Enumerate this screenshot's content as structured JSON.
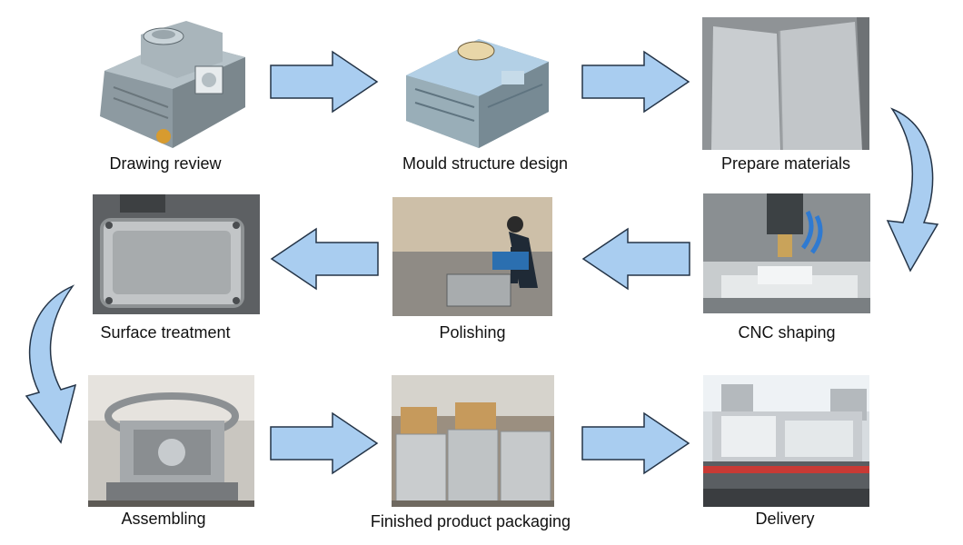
{
  "colors": {
    "arrow_fill": "#a9cdf0",
    "arrow_stroke": "#243447"
  },
  "steps": [
    {
      "label": "Drawing review",
      "icon": "cad-housing-icon"
    },
    {
      "label": "Mould structure design",
      "icon": "mould-cad-icon"
    },
    {
      "label": "Prepare materials",
      "icon": "steel-plates-photo"
    },
    {
      "label": "CNC shaping",
      "icon": "cnc-machine-photo"
    },
    {
      "label": "Polishing",
      "icon": "polishing-photo"
    },
    {
      "label": "Surface treatment",
      "icon": "treated-mould-photo"
    },
    {
      "label": "Assembling",
      "icon": "assembled-mould-photo"
    },
    {
      "label": "Finished product packaging",
      "icon": "packaged-pallets-photo"
    },
    {
      "label": "Delivery",
      "icon": "delivery-truck-photo"
    }
  ]
}
